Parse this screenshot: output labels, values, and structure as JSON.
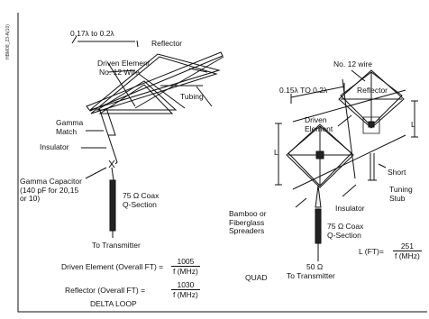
{
  "side_code": "HBM08_23-A(10)",
  "delta": {
    "spacing": "0.17λ to 0.2λ",
    "reflector": "Reflector",
    "driven": "Driven Element",
    "wire": "No. 12 Wire",
    "tubing": "Tubing",
    "gamma_match": [
      "Gamma",
      "Match"
    ],
    "insulator": "Insulator",
    "gamma_capacitor": [
      "Gamma Capacitor",
      "(140 pF for 20,15",
      "or 10)"
    ],
    "coax": [
      "75 Ω Coax",
      "Q-Section"
    ],
    "to_tx": "To Transmitter",
    "formula_driven": {
      "label": "Driven Element (Overall FT) =",
      "num": "1005",
      "den": "f (MHz)"
    },
    "formula_reflector": {
      "label": "Reflector (Overall FT) =",
      "num": "1030",
      "den": "f (MHz)"
    },
    "caption": "DELTA LOOP"
  },
  "quad": {
    "wire": "No. 12 wire",
    "spacing": "0.15λ TO 0.2λ",
    "reflector": "Reflector",
    "driven": [
      "Driven",
      "Element"
    ],
    "L": "L",
    "short": "Short",
    "stub": [
      "Tuning",
      "Stub"
    ],
    "bamboo": [
      "Bamboo or",
      "Fiberglass",
      "Spreaders"
    ],
    "insulator": "Insulator",
    "coax": [
      "75 Ω Coax",
      "Q-Section"
    ],
    "ohm": "50 Ω",
    "to_tx": "To Transmitter",
    "caption": "QUAD",
    "formula": {
      "label": "L (FT)=",
      "num": "251",
      "den": "f (MHz)"
    }
  }
}
